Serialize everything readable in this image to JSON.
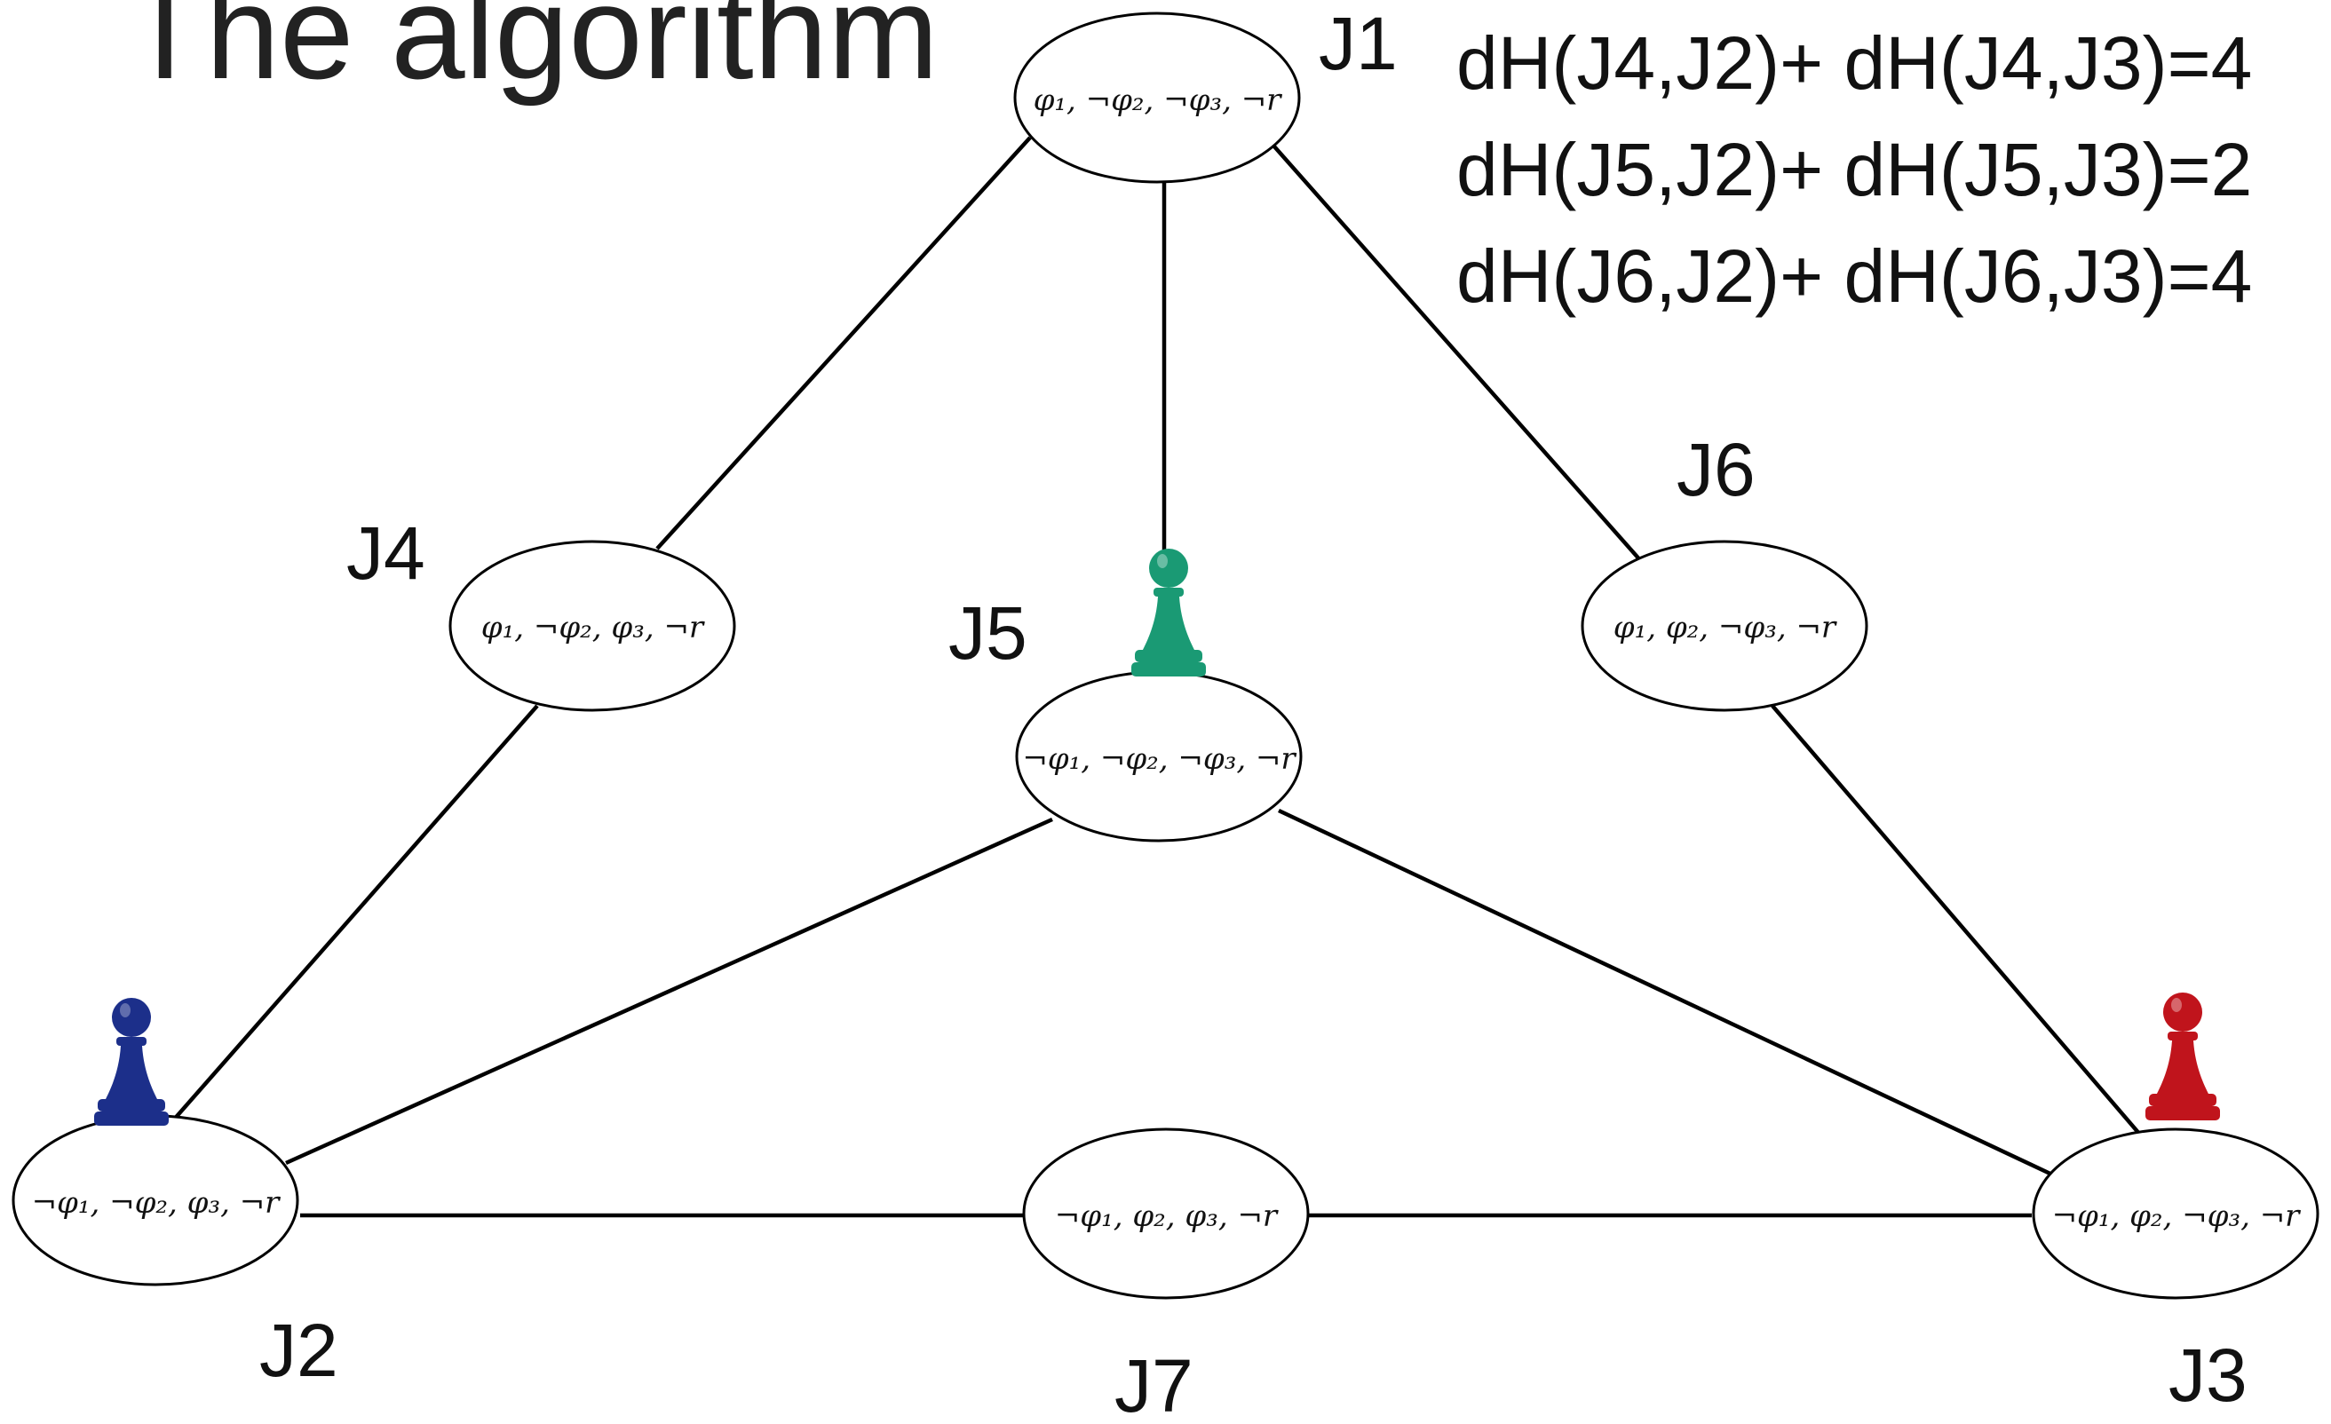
{
  "title": "The algorithm",
  "distances": [
    "dH(J4,J2)+ dH(J4,J3)=4",
    "dH(J5,J2)+ dH(J5,J3)=2",
    "dH(J6,J2)+ dH(J6,J3)=4"
  ],
  "nodes": {
    "J1": {
      "label": "J1",
      "formula": "φ₁, ¬φ₂, ¬φ₃, ¬r"
    },
    "J2": {
      "label": "J2",
      "formula": "¬φ₁, ¬φ₂, φ₃, ¬r"
    },
    "J3": {
      "label": "J3",
      "formula": "¬φ₁, φ₂, ¬φ₃, ¬r"
    },
    "J4": {
      "label": "J4",
      "formula": "φ₁, ¬φ₂, φ₃, ¬r"
    },
    "J5": {
      "label": "J5",
      "formula": "¬φ₁, ¬φ₂, ¬φ₃, ¬r"
    },
    "J6": {
      "label": "J6",
      "formula": "φ₁, φ₂, ¬φ₃, ¬r"
    },
    "J7": {
      "label": "J7",
      "formula": "¬φ₁, φ₂, φ₃, ¬r"
    }
  },
  "pawns": {
    "green": {
      "color": "#1a9a74",
      "on": "J5"
    },
    "blue": {
      "color": "#1c2f8a",
      "on": "J2"
    },
    "red": {
      "color": "#c0141c",
      "on": "J3"
    }
  }
}
